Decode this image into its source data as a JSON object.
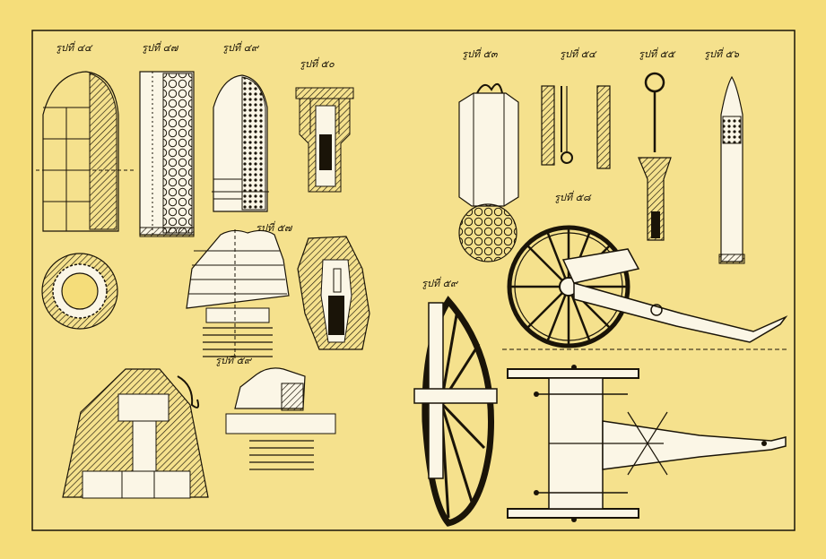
{
  "plate": {
    "background": "#f5dd7a",
    "ink": "#1a1408",
    "paper": "#fbf6e6"
  },
  "figures": [
    {
      "id": "f44",
      "label": "รูปที่ ๔๔"
    },
    {
      "id": "f47",
      "label": "รูปที่ ๔๗"
    },
    {
      "id": "f49",
      "label": "รูปที่ ๔๙"
    },
    {
      "id": "f50",
      "label": "รูปที่ ๕๐"
    },
    {
      "id": "f53",
      "label": "รูปที่ ๕๓"
    },
    {
      "id": "f54",
      "label": "รูปที่ ๕๔"
    },
    {
      "id": "f55",
      "label": "รูปที่ ๕๕"
    },
    {
      "id": "f56",
      "label": "รูปที่ ๕๖"
    },
    {
      "id": "f57",
      "label": "รูปที่ ๕๗"
    },
    {
      "id": "f58",
      "label": "รูปที่ ๕๘"
    },
    {
      "id": "f59",
      "label": "รูปที่ ๕๙"
    }
  ]
}
